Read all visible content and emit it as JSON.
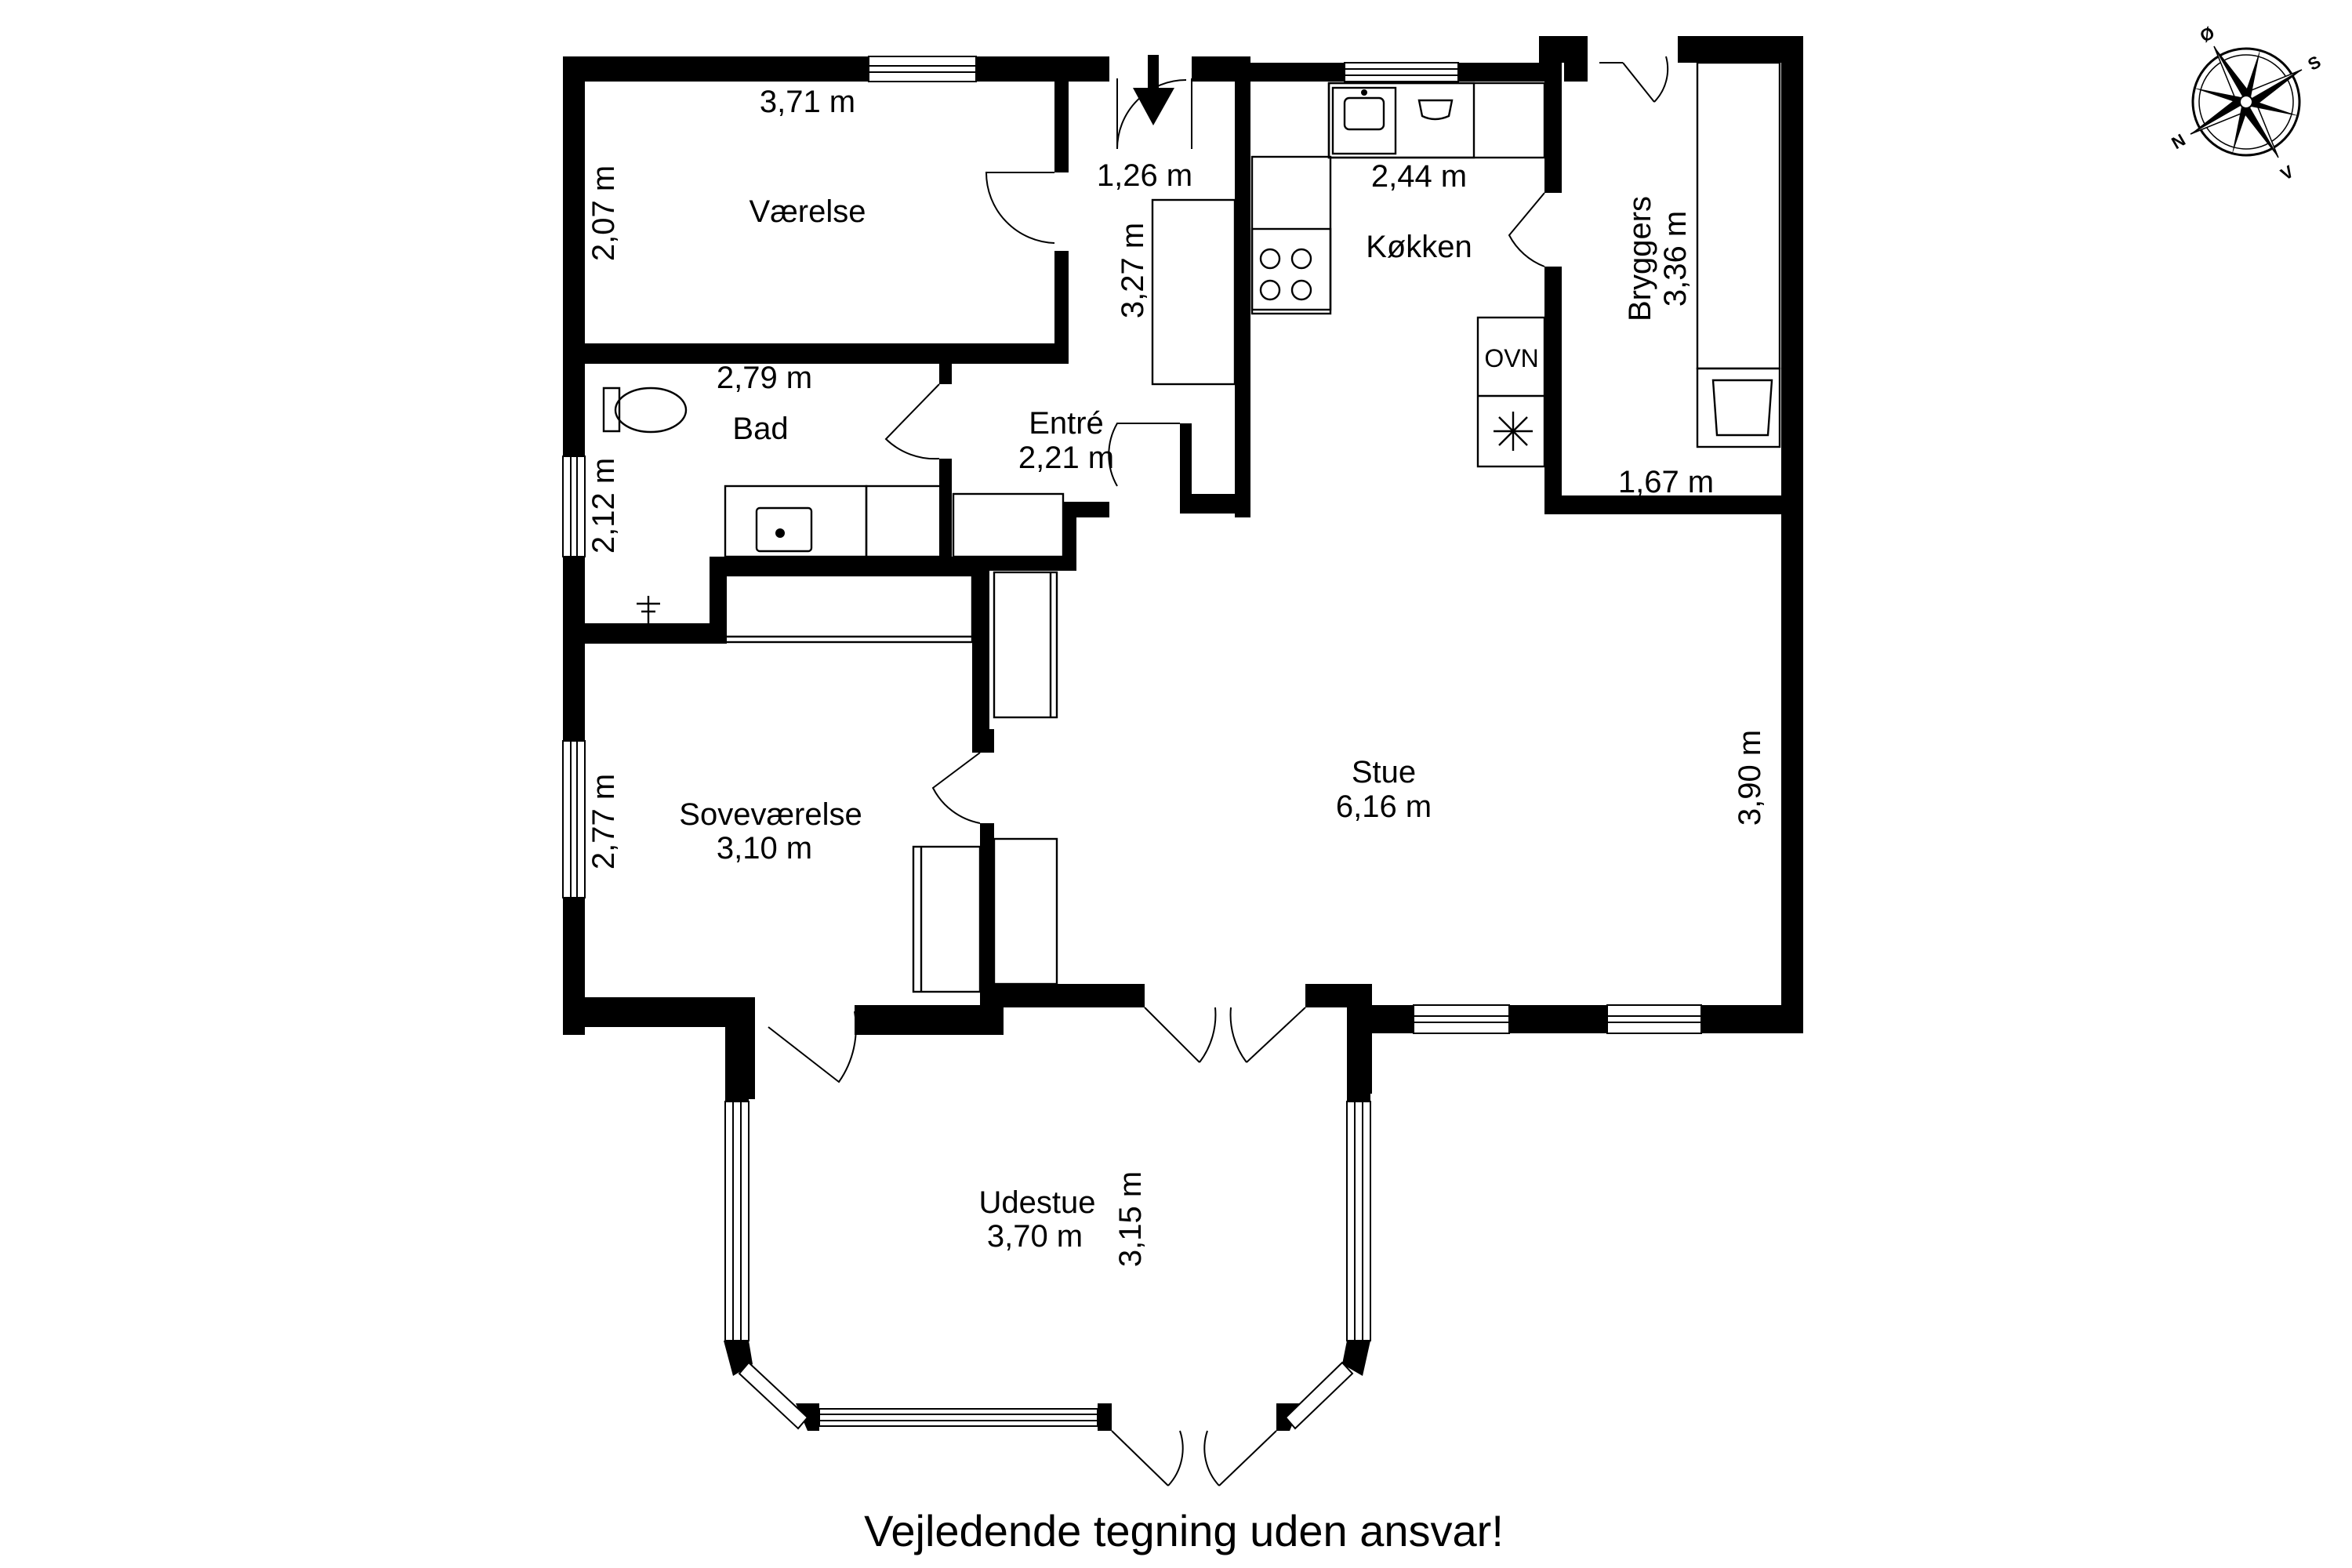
{
  "rooms": {
    "vaerelse": {
      "name": "Værelse",
      "width": "3,71 m",
      "depth": "2,07 m"
    },
    "bad": {
      "name": "Bad",
      "width": "2,79 m",
      "depth": "2,12 m"
    },
    "entre": {
      "name": "Entré",
      "width": "2,21 m",
      "depth": "3,27 m",
      "extra": "1,26 m"
    },
    "koekken": {
      "name": "Køkken",
      "width": "2,44 m"
    },
    "bryggers": {
      "name": "Bryggers",
      "depth": "3,36 m",
      "width": "1,67 m"
    },
    "stue": {
      "name": "Stue",
      "width": "6,16 m",
      "depth": "3,90 m"
    },
    "sovevaerelse": {
      "name": "Soveværelse",
      "width": "3,10 m",
      "depth": "2,77 m"
    },
    "udestue": {
      "name": "Udestue",
      "width": "3,70 m",
      "depth": "3,15 m"
    }
  },
  "appliances": {
    "oven_label": "OVN"
  },
  "compass": {
    "n": "N",
    "s": "S",
    "e": "Ø",
    "w": "V"
  },
  "disclaimer": "Vejledende tegning uden ansvar!"
}
